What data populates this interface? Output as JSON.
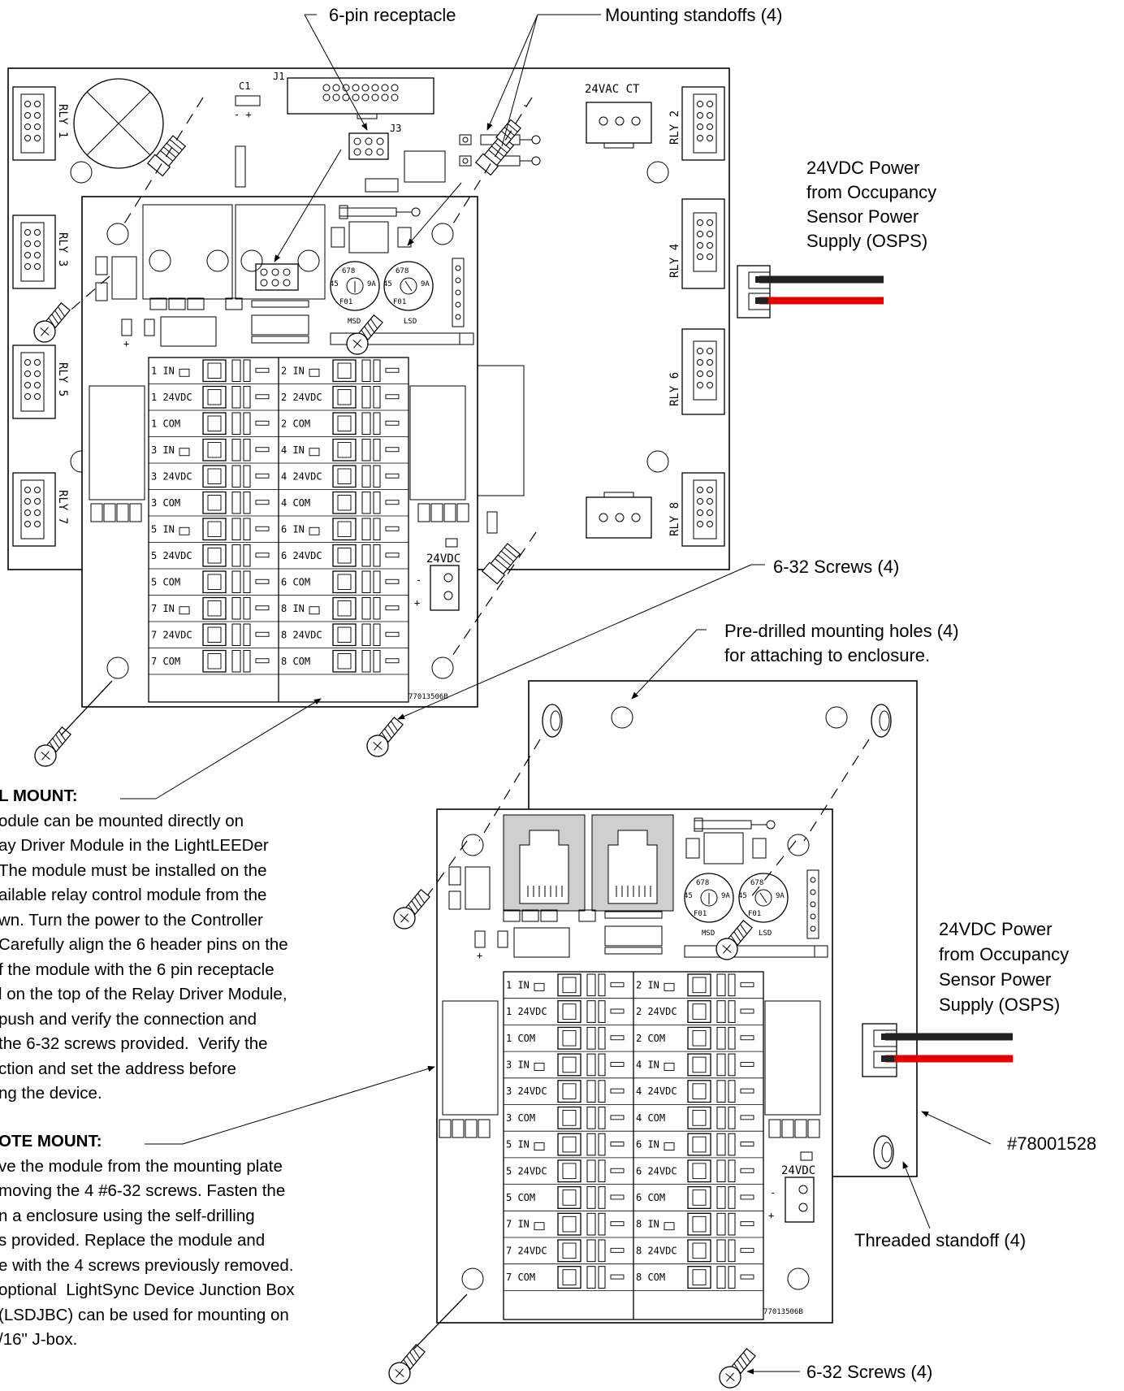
{
  "callouts": {
    "six_pin": "6-pin receptacle",
    "standoffs": "Mounting standoffs (4)",
    "power_top": [
      "24VDC Power",
      "from Occupancy",
      "Sensor Power",
      "Supply (OSPS)"
    ],
    "power_bottom": [
      "24VDC Power",
      "from Occupancy",
      "Sensor Power",
      "Supply (OSPS)"
    ],
    "screws_mid": "6-32 Screws (4)",
    "holes": [
      "Pre-drilled mounting holes (4)",
      "for attaching to enclosure."
    ],
    "part_number": "#78001528",
    "threaded": "Threaded standoff (4)",
    "screws_bottom": "6-32 Screws (4)"
  },
  "rdm_board": {
    "relays": [
      "RLY 1",
      "RLY 2",
      "RLY 3",
      "RLY 4",
      "RLY 5",
      "RLY 6",
      "RLY 7",
      "RLY 8"
    ],
    "c1": "C1",
    "c1_polarity": "-  +",
    "j1": "J1",
    "j3": "J3",
    "ac_label": "24VAC CT"
  },
  "module": {
    "terminals_left": [
      "1 IN",
      "1 24VDC",
      "1 COM",
      "3 IN",
      "3 24VDC",
      "3 COM",
      "5 IN",
      "5 24VDC",
      "5 COM",
      "7 IN",
      "7 24VDC",
      "7 COM"
    ],
    "terminals_right": [
      "2 IN",
      "2 24VDC",
      "2 COM",
      "4 IN",
      "4 24VDC",
      "4 COM",
      "6 IN",
      "6 24VDC",
      "6 COM",
      "8 IN",
      "8 24VDC",
      "8 COM"
    ],
    "dial_msd": "MSD",
    "dial_lsd": "LSD",
    "power_label": "24VDC",
    "serial": "77013506B",
    "minus": "-",
    "plus": "+"
  },
  "text_blocks": {
    "internal_title": "L MOUNT:",
    "internal_lines": [
      "odule can be mounted directly on",
      "ay Driver Module in the LightLEEDer",
      "The module must be installed on the",
      "ailable relay control module from the",
      "wn. Turn the power to the Controller",
      "Carefully align the 6 header pins on the",
      "f the module with the 6 pin receptacle",
      "l on the top of the Relay Driver Module,",
      "push and verify the connection and",
      "the 6-32 screws provided.  Verify the",
      "ction and set the address before",
      "ng the device."
    ],
    "remote_title": "OTE MOUNT:",
    "remote_lines": [
      "ve the module from the mounting plate",
      "moving the 4 #6-32 screws. Fasten the",
      "n a enclosure using the self-drilling",
      "s provided. Replace the module and",
      "e with the 4 screws previously removed.",
      "optional  LightSync Device Junction Box",
      "(LSDJBC) can be used for mounting on",
      "/16\" J-box."
    ]
  },
  "colors": {
    "line": "#000000",
    "wire_red": "#e00000",
    "wire_black": "#222222",
    "jack_fill": "#cfcfcf"
  }
}
